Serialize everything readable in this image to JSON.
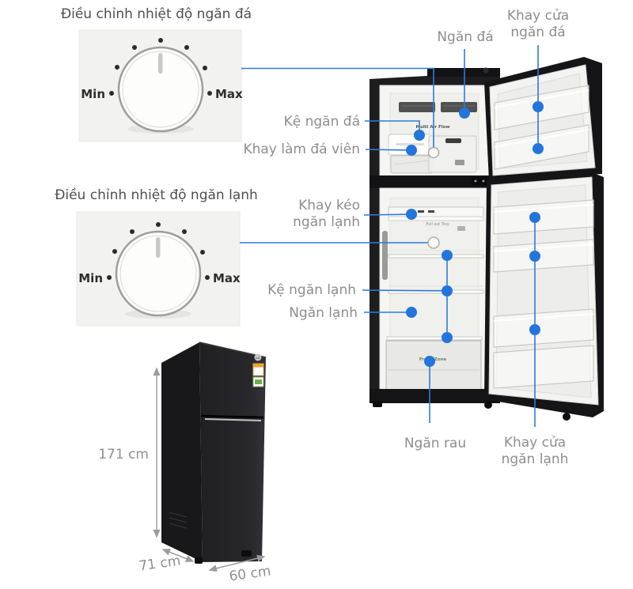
{
  "colors": {
    "accent_blue": "#2475DB",
    "callout_line": "#2E7ADF",
    "label_gray": "#8E8E8E",
    "title_gray": "#4F4F4F",
    "dimension_gray": "#8F8F8F",
    "cabinet_black": "#1D1D1F",
    "panel_gray": "#F2F2F0"
  },
  "panels": [
    {
      "title": "Điều chỉnh nhiệt độ ngăn đá",
      "min": "Min",
      "max": "Max"
    },
    {
      "title": "Điều chỉnh nhiệt độ ngăn lạnh",
      "min": "Min",
      "max": "Max"
    }
  ],
  "callouts": {
    "freezer_compartment": "Ngăn đá",
    "freezer_door_tray": {
      "line1": "Khay cửa",
      "line2": "ngăn đá"
    },
    "freezer_shelf": "Kệ ngăn đá",
    "ice_cube_tray": "Khay làm đá viên",
    "pull_out_drawer": {
      "line1": "Khay kéo",
      "line2": "ngăn lạnh"
    },
    "fridge_shelf": "Kệ ngăn lạnh",
    "fridge_compartment": "Ngăn lạnh",
    "vegetable_drawer": "Ngăn rau",
    "fridge_door_tray": {
      "line1": "Khay cửa",
      "line2": "ngăn lạnh"
    }
  },
  "dimensions": {
    "height": "171 cm",
    "depth": "71 cm",
    "width": "60 cm"
  },
  "product_texts": {
    "multi_air_flow": "Multi Air Flow",
    "pull_out_tray": "Pull out Tray",
    "fresh_zone": "Fresh Zone",
    "logo": "LG"
  }
}
